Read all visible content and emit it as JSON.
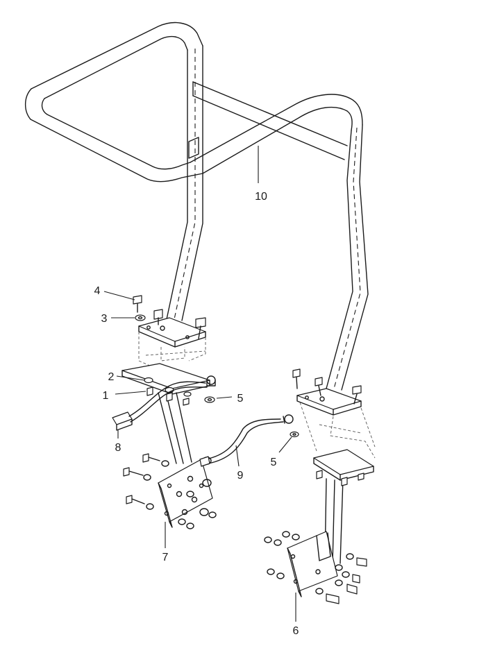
{
  "callouts": {
    "c1": "1",
    "c2": "2",
    "c3": "3",
    "c4": "4",
    "c5a": "5",
    "c5b": "5",
    "c6": "6",
    "c7": "7",
    "c8": "8",
    "c9": "9",
    "c10": "10"
  }
}
